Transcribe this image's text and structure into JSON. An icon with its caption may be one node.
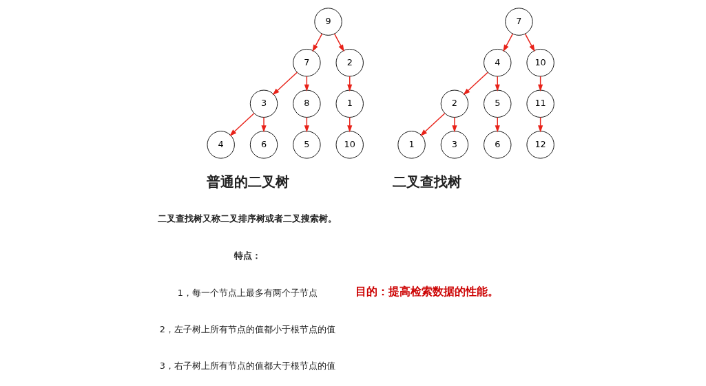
{
  "diagram": {
    "nodes": [
      {
        "text": [
          "9"
        ]
      },
      {
        "text": [
          "7"
        ]
      },
      {
        "text": [
          "2"
        ]
      },
      {
        "text": [
          "3"
        ]
      },
      {
        "text": [
          "8"
        ]
      },
      {
        "text": [
          "1"
        ]
      },
      {
        "text": [
          "4"
        ]
      },
      {
        "text": [
          "6"
        ]
      },
      {
        "text": [
          "5"
        ]
      },
      {
        "text": [
          "10"
        ]
      },
      {
        "text": [
          "7"
        ]
      },
      {
        "text": [
          "4"
        ]
      },
      {
        "text": [
          "10"
        ]
      },
      {
        "text": [
          "2"
        ]
      },
      {
        "text": [
          "5"
        ]
      },
      {
        "text": [
          "11"
        ]
      },
      {
        "text": [
          "1"
        ]
      },
      {
        "text": [
          "3"
        ]
      },
      {
        "text": [
          "6"
        ]
      },
      {
        "text": [
          "12"
        ]
      }
    ],
    "edges": [
      {
        "from": 0,
        "to": 1,
        "arrow": "to"
      },
      {
        "from": 0,
        "to": 2,
        "arrow": "to"
      },
      {
        "from": 1,
        "to": 3,
        "arrow": "to"
      },
      {
        "from": 1,
        "to": 4,
        "arrow": "to"
      },
      {
        "from": 2,
        "to": 5,
        "arrow": "to"
      },
      {
        "from": 3,
        "to": 6,
        "arrow": "to"
      },
      {
        "from": 3,
        "to": 7,
        "arrow": "to"
      },
      {
        "from": 4,
        "to": 8,
        "arrow": "to"
      },
      {
        "from": 5,
        "to": 9,
        "arrow": "to"
      },
      {
        "from": 10,
        "to": 11,
        "arrow": "to"
      },
      {
        "from": 10,
        "to": 12,
        "arrow": "to"
      },
      {
        "from": 11,
        "to": 13,
        "arrow": "to"
      },
      {
        "from": 11,
        "to": 14,
        "arrow": "to"
      },
      {
        "from": 12,
        "to": 15,
        "arrow": "to"
      },
      {
        "from": 13,
        "to": 16,
        "arrow": "to"
      },
      {
        "from": 13,
        "to": 17,
        "arrow": "to"
      },
      {
        "from": 14,
        "to": 18,
        "arrow": "to"
      },
      {
        "from": 15,
        "to": 19,
        "arrow": "to"
      }
    ],
    "labels": [
      "普通的二叉树",
      "二叉查找树",
      "二叉查找树又称二叉排序树或者二叉搜索树。",
      "特点：",
      "1，每一个节点上最多有两个子节点",
      "2，左子树上所有节点的值都小于根节点的值",
      "3，右子树上所有节点的值都大于根节点的值",
      "目的：提高检索数据的性能。"
    ]
  }
}
